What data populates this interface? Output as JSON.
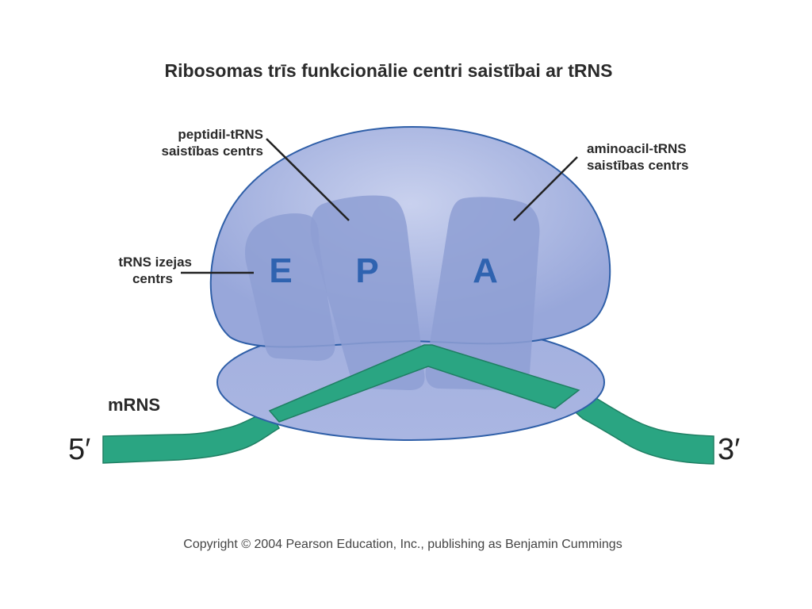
{
  "title": "Ribosomas trīs funkcionālie centri saistībai ar tRNS",
  "labels": {
    "p_site": [
      "peptidil-tRNS",
      "saistības centrs"
    ],
    "a_site": [
      "aminoacil-tRNS",
      "saistības centrs"
    ],
    "e_site": [
      "tRNS izejas",
      "centrs"
    ],
    "mrna": "mRNS",
    "five_prime": "5′",
    "three_prime": "3′"
  },
  "sites": {
    "e": "E",
    "p": "P",
    "a": "A"
  },
  "copyright": "Copyright © 2004 Pearson Education, Inc., publishing as Benjamin Cummings",
  "colors": {
    "subunit_fill": "#a3b0dc",
    "subunit_stroke": "#2f5fa8",
    "site_fill": "#8e9fd3",
    "mrna_fill": "#2aa582",
    "mrna_stroke": "#1f7f63",
    "letters": "#2f63b0"
  }
}
